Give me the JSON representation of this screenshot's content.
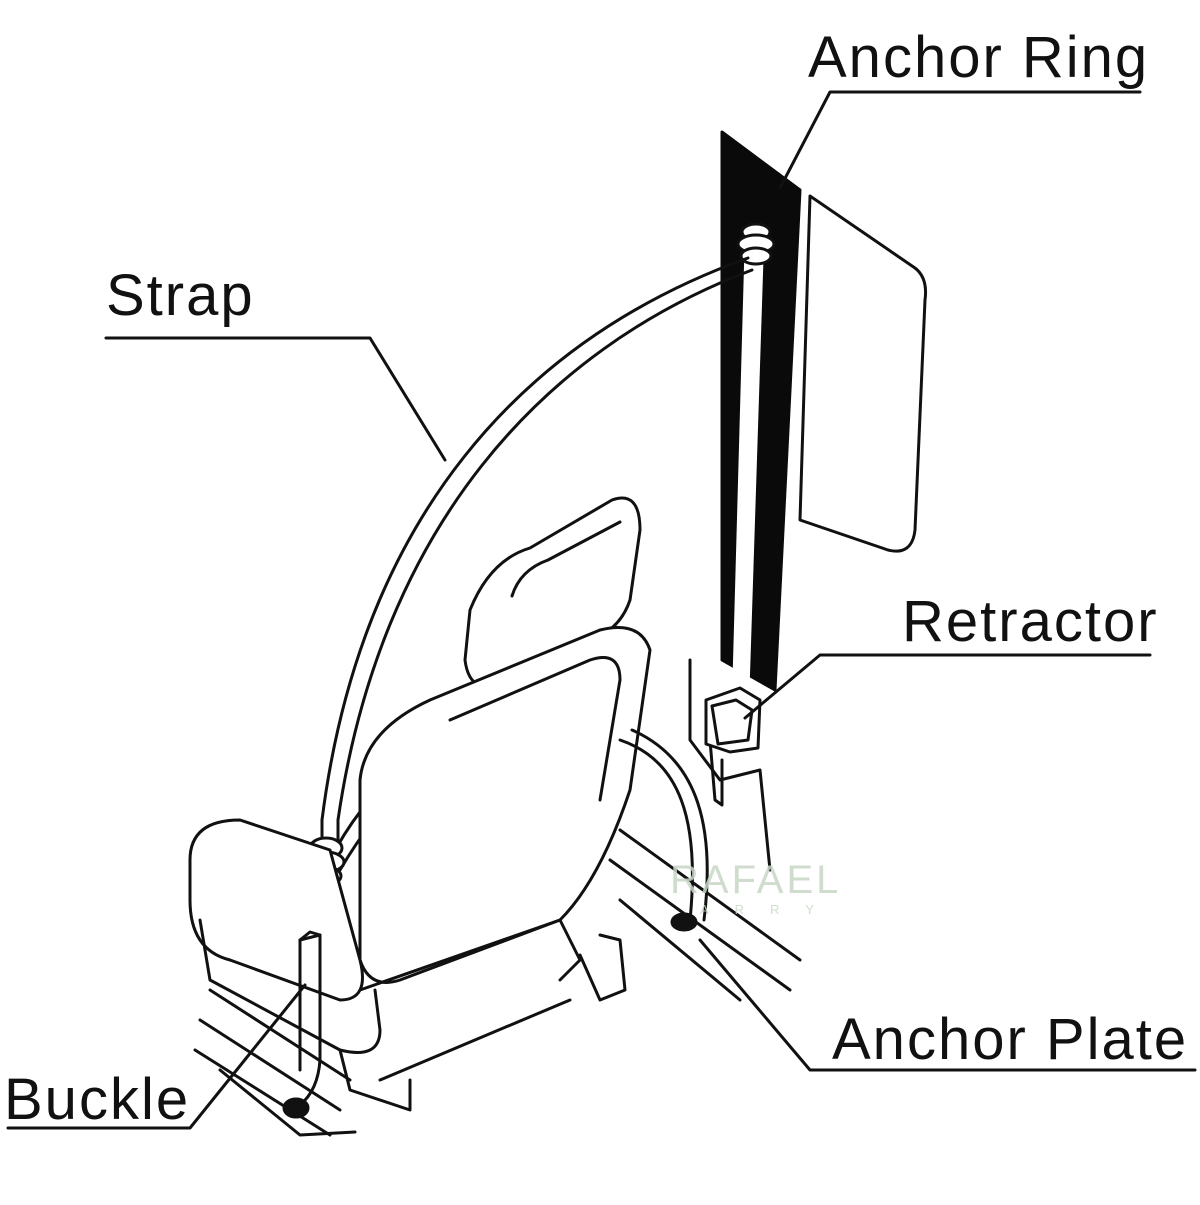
{
  "labels": {
    "anchor_ring": "Anchor Ring",
    "strap": "Strap",
    "retractor": "Retractor",
    "anchor_plate": "Anchor Plate",
    "buckle": "Buckle"
  },
  "watermark": {
    "brand": "RAFAEL",
    "sub": "ARRY"
  },
  "colors": {
    "line": "#111111",
    "pillar": "#0a0a0a",
    "watermark": "#c8d8c6"
  }
}
